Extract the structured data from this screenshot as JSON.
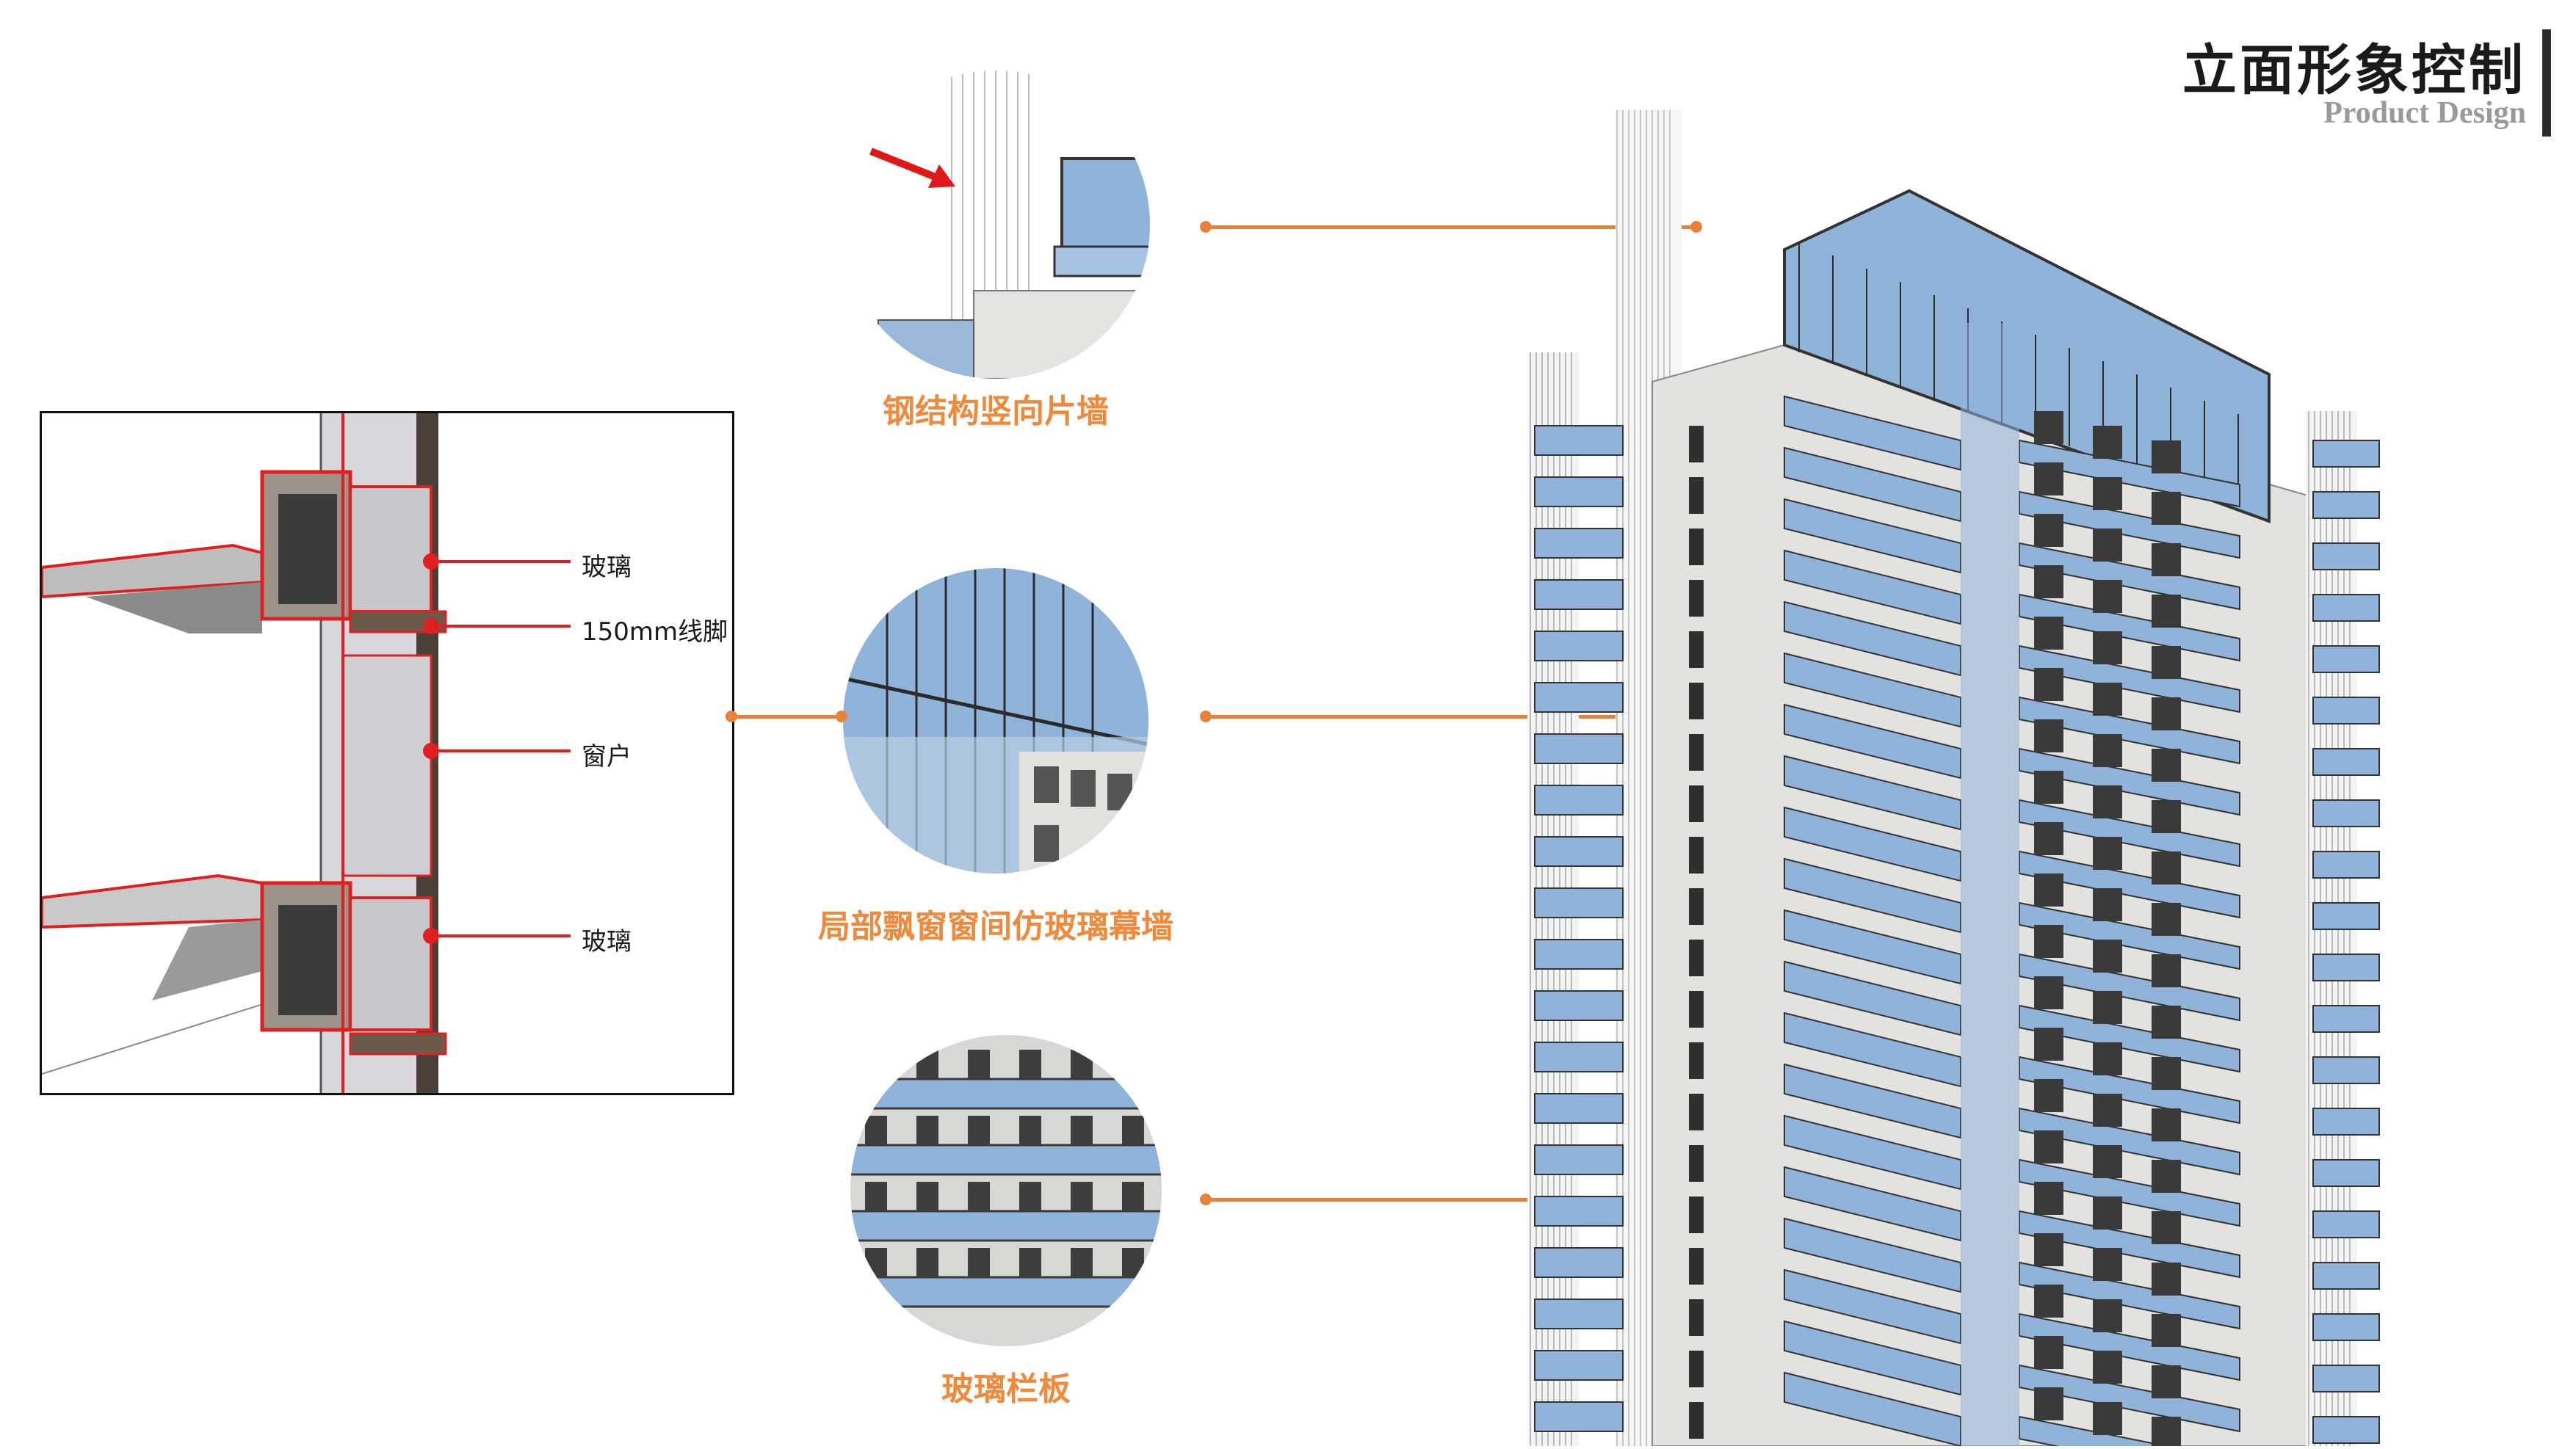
{
  "header": {
    "title": "立面形象控制",
    "subtitle": "Product Design"
  },
  "detail": {
    "callouts": [
      {
        "label": "玻璃"
      },
      {
        "label": "150mm线脚"
      },
      {
        "label": "窗户"
      },
      {
        "label": "玻璃"
      }
    ]
  },
  "features": [
    {
      "caption": "钢结构竖向片墙",
      "icon": "red-arrow-icon"
    },
    {
      "caption": "局部飘窗窗间仿玻璃幕墙"
    },
    {
      "caption": "玻璃栏板"
    }
  ],
  "colors": {
    "accent": "#e8823a",
    "caption": "#ef8a3c",
    "callout_red": "#e02020",
    "glass": "#8fb3d9",
    "wall": "#e4e2de"
  }
}
